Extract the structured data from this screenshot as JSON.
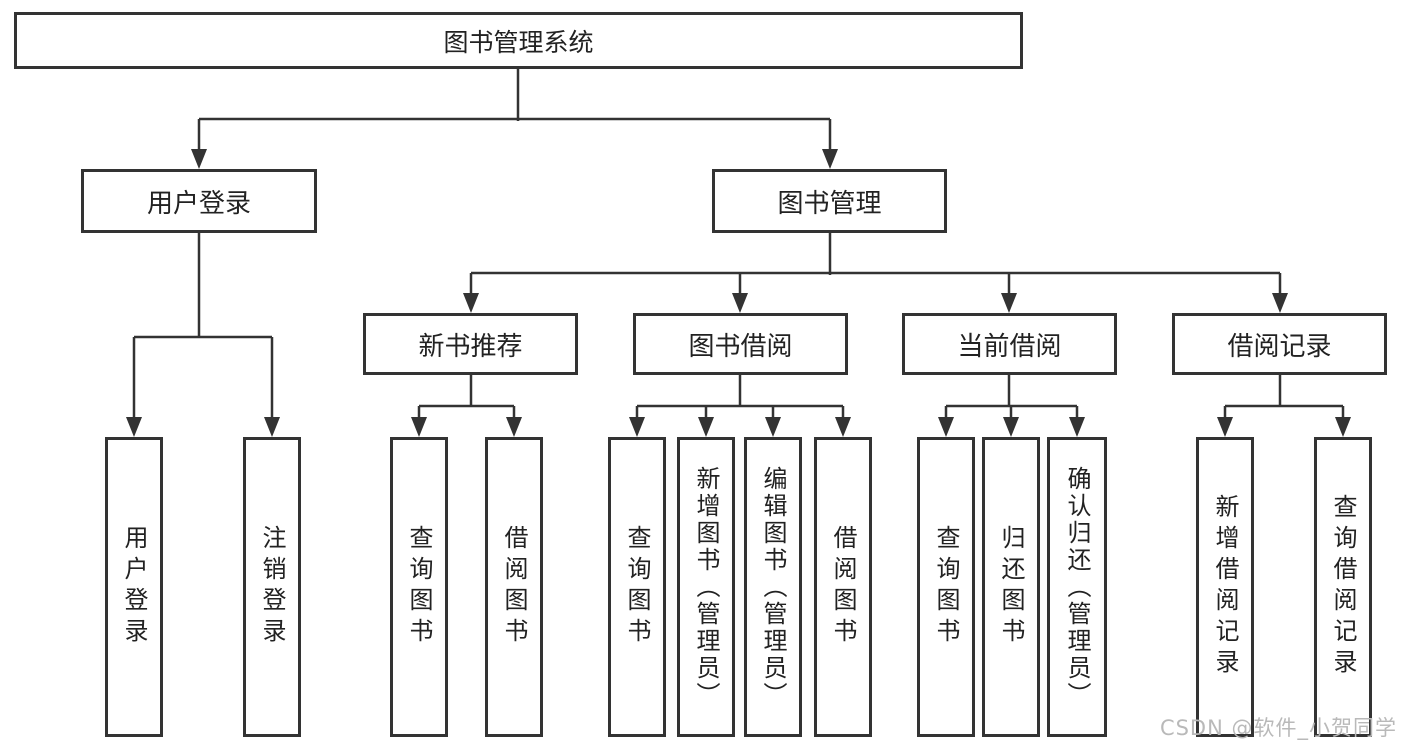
{
  "root": {
    "label": "图书管理系统"
  },
  "branches": [
    {
      "label": "用户登录",
      "children": [
        "用户登录",
        "注销登录"
      ]
    },
    {
      "label": "图书管理"
    }
  ],
  "modules": [
    {
      "label": "新书推荐",
      "children": [
        "查询图书",
        "借阅图书"
      ]
    },
    {
      "label": "图书借阅",
      "children": [
        "查询图书",
        "新增图书（管理员）",
        "编辑图书（管理员）",
        "借阅图书"
      ]
    },
    {
      "label": "当前借阅",
      "children": [
        "查询图书",
        "归还图书",
        "确认归还（管理员）"
      ]
    },
    {
      "label": "借阅记录",
      "children": [
        "新增借阅记录",
        "查询借阅记录"
      ]
    }
  ],
  "watermark": "CSDN @软件_小贺同学",
  "colors": {
    "line": "#333333",
    "border": "#333333",
    "text": "#222222",
    "watermark": "#b9b9b9",
    "background": "#ffffff"
  }
}
